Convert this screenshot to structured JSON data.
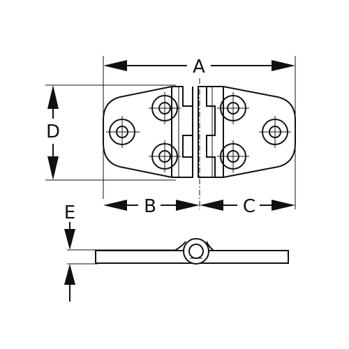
{
  "labels": {
    "a": "A",
    "b": "B",
    "c": "C",
    "d": "D",
    "e": "E"
  },
  "colors": {
    "line": "#111111",
    "background": "#ffffff"
  }
}
